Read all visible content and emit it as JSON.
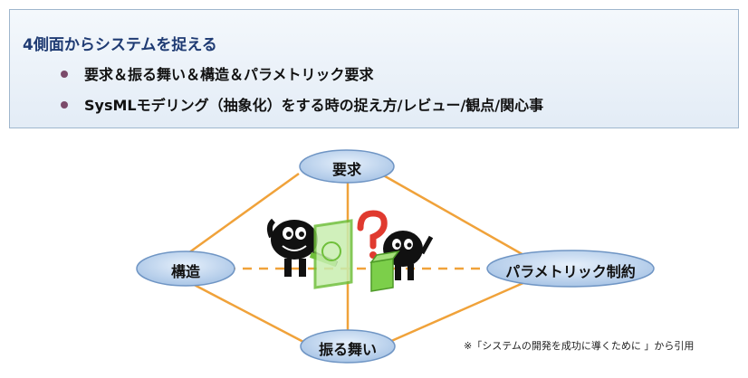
{
  "banner": {
    "title": "4側面からシステムを捉える",
    "bullets": [
      "要求＆振る舞い＆構造＆パラメトリック要求",
      "SysMLモデリング（抽象化）をする時の捉え方/レビュー/観点/関心事"
    ]
  },
  "diagram": {
    "nodes": {
      "top": "要求",
      "left": "構造",
      "right": "パラメトリック制約",
      "bottom": "振る舞い"
    },
    "line_color": "#f0a23a",
    "node_fill": "#c5d9ef",
    "node_stroke": "#6f95c4"
  },
  "citation": "※「システムの開発を成功に導くために 」から引用"
}
